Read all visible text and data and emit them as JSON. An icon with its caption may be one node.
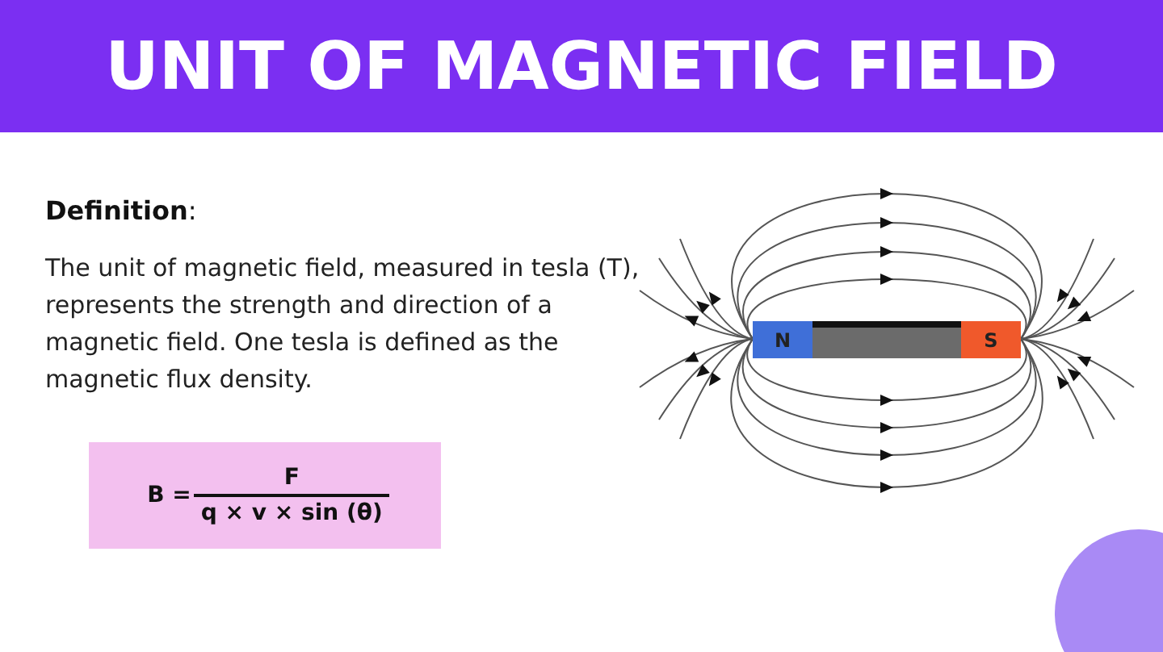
{
  "diagram": {
    "title": "UNIT OF MAGNETIC FIELD",
    "nodes": [
      {
        "text": [
          "B =",
          "F",
          "q × v × sin (θ)"
        ]
      },
      {
        "text": [
          "N"
        ]
      },
      {
        "text": [
          "S"
        ]
      }
    ],
    "labels": [
      "**Definition**:",
      "The unit of magnetic field, measured in tesla (T), represents the strength and direction of a magnetic field. One tesla is defined as the magnetic flux density."
    ]
  }
}
